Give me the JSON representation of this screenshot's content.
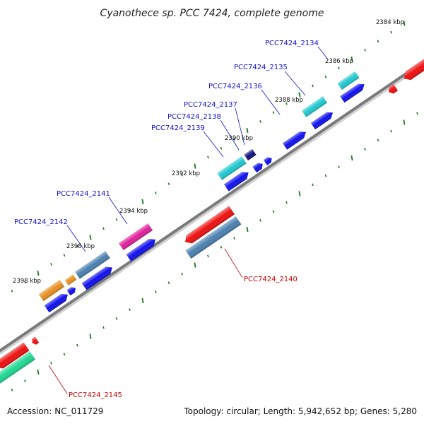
{
  "title": "Cyanothece sp. PCC 7424, complete genome",
  "accession": "Accession: NC_011729",
  "topology": "Topology: circular; Length: 5,942,652 bp; Genes: 5,280",
  "kbp_labels": [
    "2384 kbp",
    "2386 kbp",
    "2388 kbp",
    "2390 kbp",
    "2392 kbp",
    "2394 kbp",
    "2396 kbp",
    "2398 kbp"
  ],
  "gene_labels": [
    {
      "text": "PCC7424_2134",
      "color": "#1010cc"
    },
    {
      "text": "PCC7424_2135",
      "color": "#1010cc"
    },
    {
      "text": "PCC7424_2136",
      "color": "#1010cc"
    },
    {
      "text": "PCC7424_2137",
      "color": "#1010cc"
    },
    {
      "text": "PCC7424_2138",
      "color": "#1010cc"
    },
    {
      "text": "PCC7424_2139",
      "color": "#1010cc"
    },
    {
      "text": "PCC7424_2141",
      "color": "#1010cc"
    },
    {
      "text": "PCC7424_2142",
      "color": "#1010cc"
    },
    {
      "text": "PCC7424_2140",
      "color": "#cc0000"
    },
    {
      "text": "PCC7424_2145",
      "color": "#cc0000"
    }
  ],
  "colors": {
    "backbone": "#7a7a7a",
    "ticks": "#1a7a1a",
    "forward_gene": "#1010ee",
    "reverse_gene": "#ee1010",
    "cog_teal": "#20c8d0",
    "cog_steel": "#4a80b0",
    "cog_magenta": "#e0209a",
    "cog_navy": "#101080",
    "cog_green": "#20d890",
    "cog_orange": "#e89020",
    "forward_label": "#1010cc",
    "reverse_label": "#cc0000"
  }
}
